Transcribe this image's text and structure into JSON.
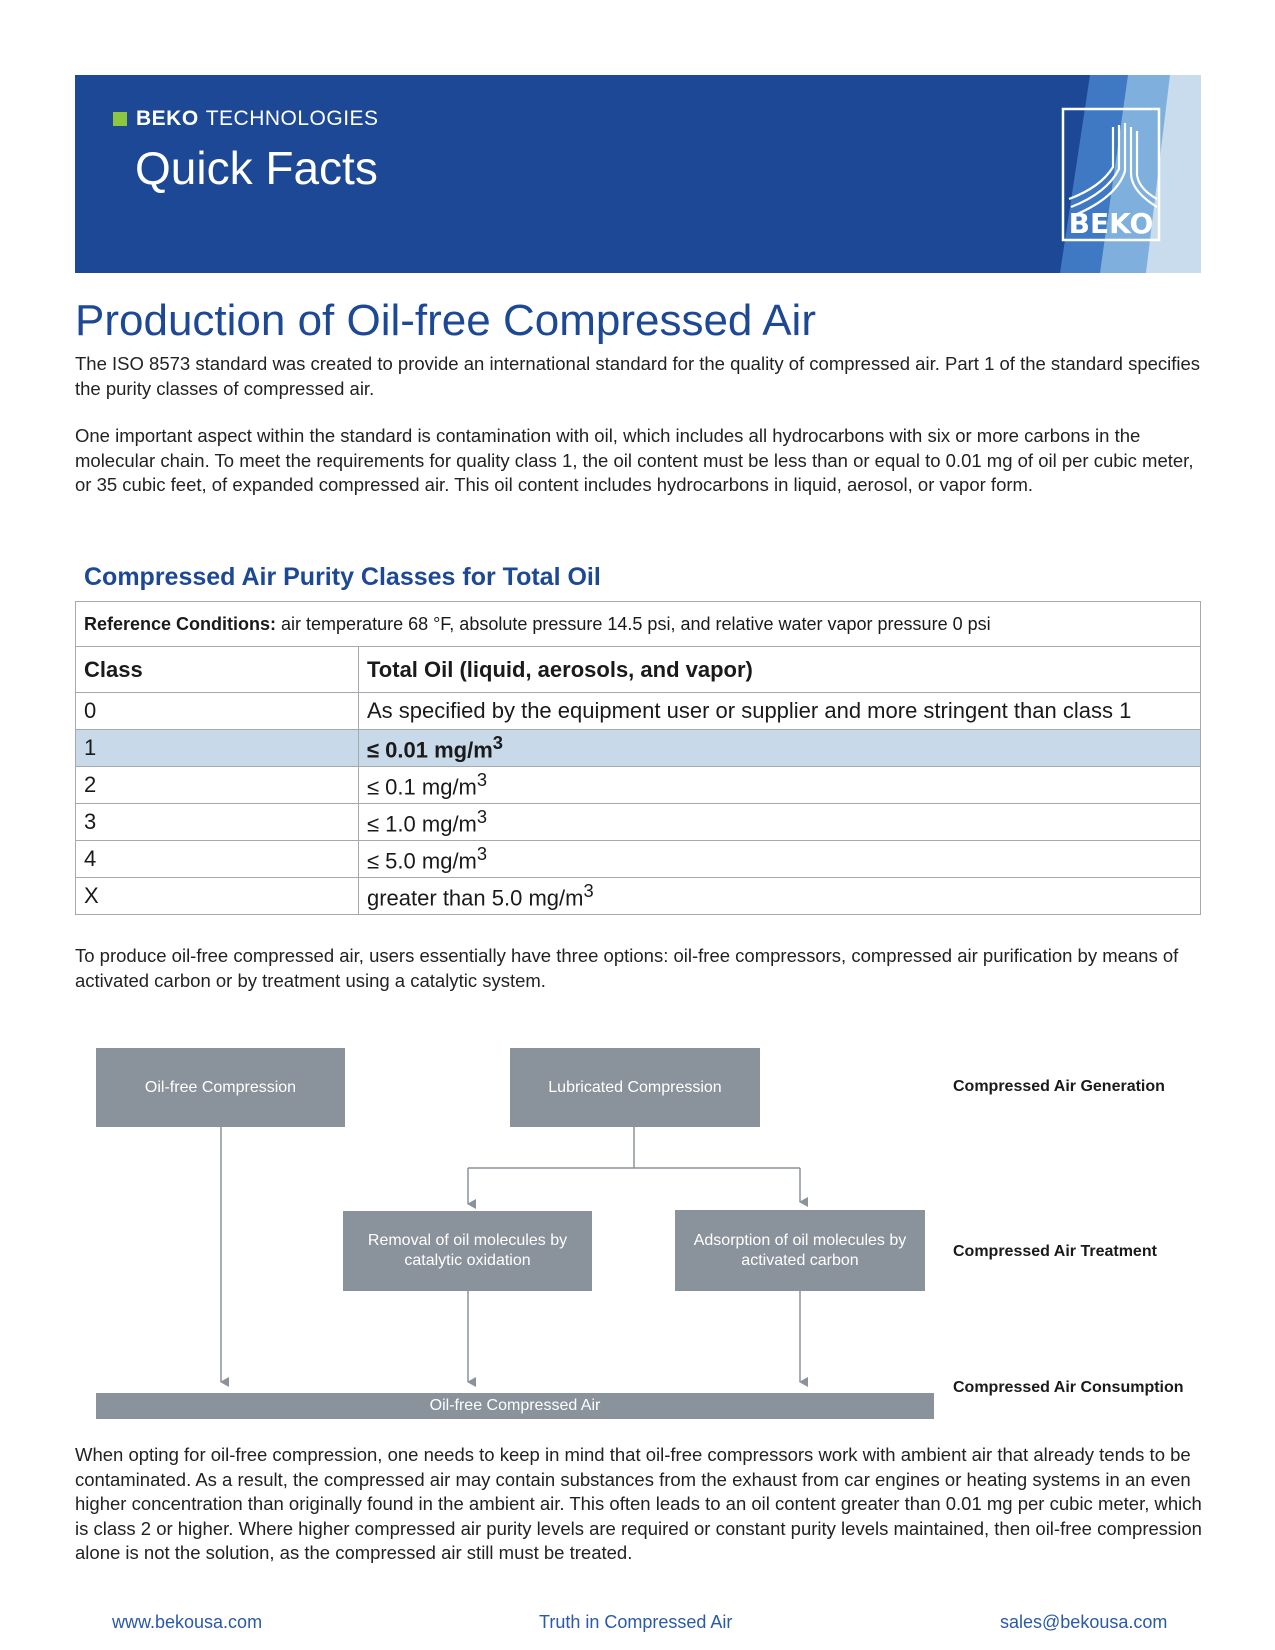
{
  "header": {
    "brand_bold": "BEKO",
    "brand_rest": "TECHNOLOGIES",
    "subtitle": "Quick Facts",
    "logo_text": "BEKO"
  },
  "title": "Production of Oil-free Compressed Air",
  "paragraphs": {
    "p1": "The ISO 8573 standard was created to provide an international standard for the quality of compressed air.  Part 1 of the standard specifies the purity classes of compressed air.",
    "p2": "One important aspect within the standard is contamination with oil, which includes all hydrocarbons with six or more carbons in the molecular chain.  To meet the requirements for quality class 1, the oil content must be less than or equal to 0.01 mg of oil per cubic meter, or 35 cubic feet, of expanded compressed air.  This oil content includes hydrocarbons in liquid, aerosol, or vapor form.",
    "p3": "To produce oil-free compressed air, users essentially have three options: oil-free compressors, compressed air purification by means of activated carbon or by treatment using a catalytic system.",
    "p4": "When opting for oil-free compression, one needs to keep in mind that oil-free compressors work with ambient air that already tends to be contaminated.  As a result, the compressed air may contain substances from the exhaust from car engines or heating systems in an even higher concentration than originally found in the ambient air.  This often leads to an oil content greater than 0.01 mg per cubic meter, which is class 2 or higher.  Where higher compressed air purity levels are required or constant purity levels maintained, then oil-free compression alone is not the solution, as the compressed air still must be treated."
  },
  "table": {
    "heading": "Compressed Air Purity Classes for Total Oil",
    "ref_label": "Reference Conditions:",
    "ref_text": " air temperature 68 °F, absolute pressure 14.5 psi, and relative water vapor pressure 0 psi",
    "col_class": "Class",
    "col_oil": "Total Oil (liquid, aerosols, and vapor)",
    "rows": [
      {
        "cls": "0",
        "val": "As specified by the equipment user or supplier and more stringent than class 1",
        "sup": ""
      },
      {
        "cls": "1",
        "val": "≤ 0.01 mg/m",
        "sup": "3"
      },
      {
        "cls": "2",
        "val": "≤ 0.1 mg/m",
        "sup": "3"
      },
      {
        "cls": "3",
        "val": "≤ 1.0 mg/m",
        "sup": "3"
      },
      {
        "cls": "4",
        "val": "≤ 5.0 mg/m",
        "sup": "3"
      },
      {
        "cls": "X",
        "val": "greater than 5.0 mg/m",
        "sup": "3"
      }
    ]
  },
  "diagram": {
    "oil_free_compression": "Oil-free Compression",
    "lubricated_compression": "Lubricated Compression",
    "catalytic": "Removal of oil molecules by catalytic oxidation",
    "adsorption": "Adsorption of oil molecules by activated carbon",
    "result": "Oil-free Compressed Air",
    "stage_generation": "Compressed Air Generation",
    "stage_treatment": "Compressed Air Treatment",
    "stage_consumption": "Compressed Air Consumption"
  },
  "footer": {
    "website": "www.bekousa.com",
    "tagline": "Truth in Compressed Air",
    "email": "sales@bekousa.com"
  },
  "colors": {
    "brand_blue": "#1c4896",
    "accent_green": "#8dc63f",
    "diagram_gray": "#8a929c",
    "highlight_row": "#c8d9ea"
  }
}
